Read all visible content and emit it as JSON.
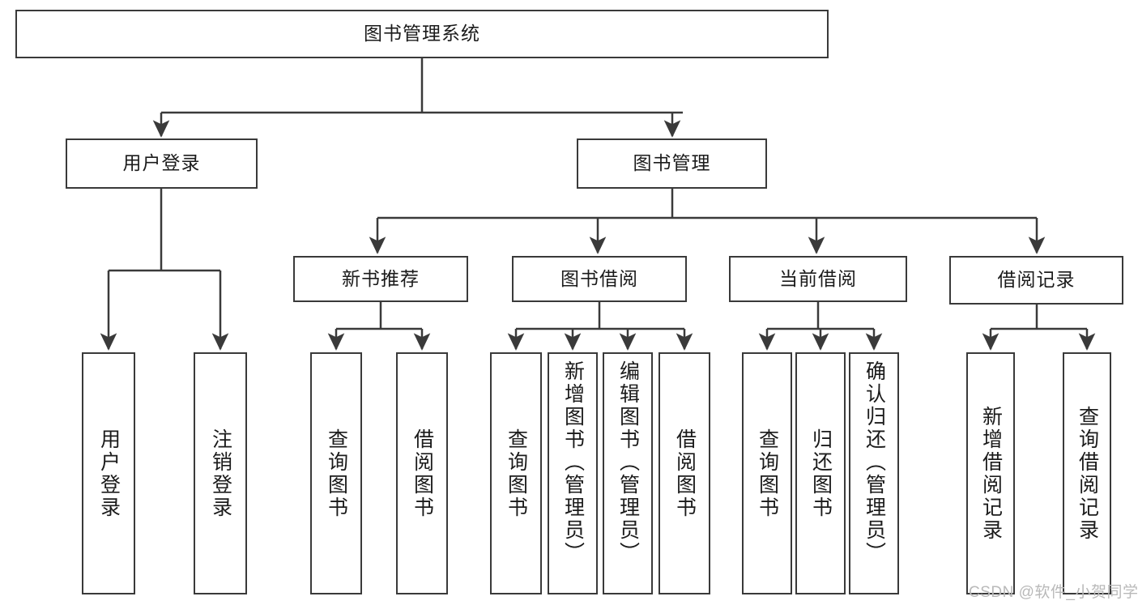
{
  "diagram": {
    "type": "tree",
    "title": "图书管理系统",
    "watermark": "CSDN @软件_小贺同学",
    "style": {
      "background": "#ffffff",
      "box_border": "#3a3a3a",
      "box_fill": "#ffffff",
      "text_color": "#1b1b1b",
      "connector": "#3a3a3a",
      "watermark_color": "#b9b9b9"
    },
    "nodes": {
      "root": {
        "label": "图书管理系统"
      },
      "level1": [
        {
          "id": "user-login",
          "label": "用户登录"
        },
        {
          "id": "book-management",
          "label": "图书管理"
        }
      ],
      "level2": [
        {
          "id": "new-book-recommend",
          "label": "新书推荐"
        },
        {
          "id": "book-borrow",
          "label": "图书借阅"
        },
        {
          "id": "current-borrow",
          "label": "当前借阅"
        },
        {
          "id": "borrow-record",
          "label": "借阅记录"
        }
      ],
      "leaves_user_login": [
        {
          "id": "leaf-user-login",
          "label": "用户登录"
        },
        {
          "id": "leaf-logout",
          "label": "注销登录"
        }
      ],
      "leaves_new_book_recommend": [
        {
          "id": "leaf-query-book-1",
          "label": "查询图书"
        },
        {
          "id": "leaf-borrow-book-1",
          "label": "借阅图书"
        }
      ],
      "leaves_book_borrow": [
        {
          "id": "leaf-query-book-2",
          "label": "查询图书"
        },
        {
          "id": "leaf-add-book",
          "label": "新增图书（管理员）"
        },
        {
          "id": "leaf-edit-book",
          "label": "编辑图书（管理员）"
        },
        {
          "id": "leaf-borrow-book-2",
          "label": "借阅图书"
        }
      ],
      "leaves_current_borrow": [
        {
          "id": "leaf-query-book-3",
          "label": "查询图书"
        },
        {
          "id": "leaf-return-book",
          "label": "归还图书"
        },
        {
          "id": "leaf-confirm-return",
          "label": "确认归还（管理员）"
        }
      ],
      "leaves_borrow_record": [
        {
          "id": "leaf-add-borrow-record",
          "label": "新增借阅记录"
        },
        {
          "id": "leaf-query-borrow-record",
          "label": "查询借阅记录"
        }
      ]
    }
  }
}
